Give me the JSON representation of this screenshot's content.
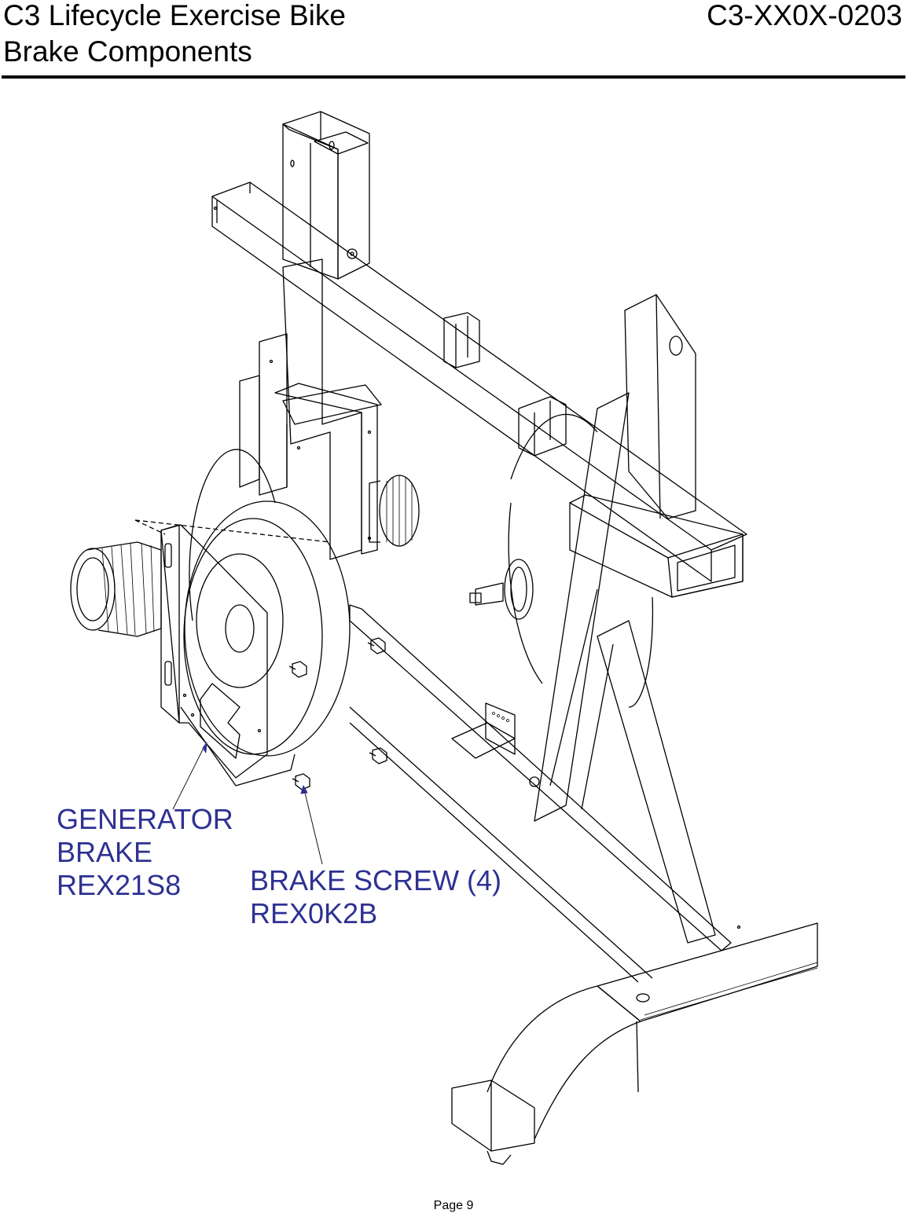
{
  "header": {
    "title": "C3 Lifecycle Exercise Bike",
    "subtitle": "Brake Components",
    "doc_number": "C3-XX0X-0203"
  },
  "callouts": {
    "generator_brake": {
      "line1": "GENERATOR",
      "line2": "BRAKE",
      "part_number": "REX21S8"
    },
    "brake_screw": {
      "line1": "BRAKE SCREW (4)",
      "part_number": "REX0K2B"
    }
  },
  "footer": {
    "page_label": "Page 9"
  },
  "colors": {
    "callout_text": "#2e3192",
    "line_art": "#000000"
  }
}
